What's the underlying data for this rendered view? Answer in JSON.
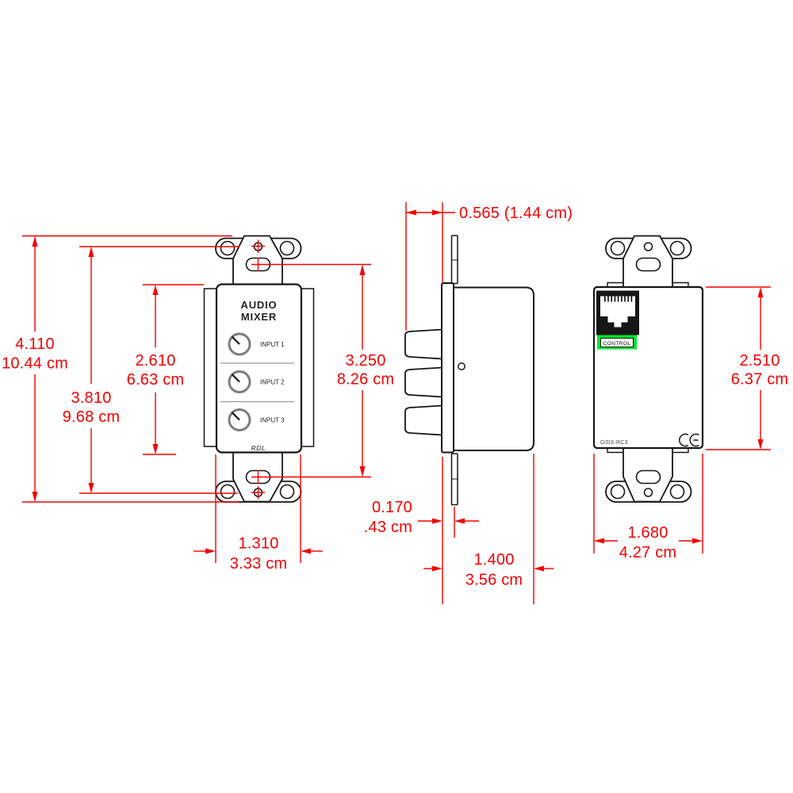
{
  "diagram": {
    "front_view": {
      "title_line1": "AUDIO",
      "title_line2": "MIXER",
      "input1": "INPUT 1",
      "input2": "INPUT 2",
      "input3": "INPUT 3",
      "brand": "RDL"
    },
    "rear_view": {
      "port_label": "CONTROL",
      "model": "D/DS-RC3",
      "certification": "CE"
    },
    "dimensions": {
      "overall_height_in": "4.110",
      "overall_height_cm": "10.44 cm",
      "screw_spacing_in": "3.810",
      "screw_spacing_cm": "9.68 cm",
      "insert_height_in": "2.610",
      "insert_height_cm": "6.63 cm",
      "slot_spacing_in": "3.250",
      "slot_spacing_cm": "8.26 cm",
      "knob_protrusion": "0.565 (1.44 cm)",
      "plate_thickness_in": "0.170",
      "plate_thickness_cm": ".43 cm",
      "mounting_depth_in": "1.400",
      "mounting_depth_cm": "3.56 cm",
      "insert_width_in": "1.310",
      "insert_width_cm": "3.33 cm",
      "rear_width_in": "1.680",
      "rear_width_cm": "4.27 cm",
      "rear_height_in": "2.510",
      "rear_height_cm": "6.37 cm"
    },
    "colors": {
      "dimension_red": "#f50000",
      "line_black": "#161616",
      "label_green": "#00e330"
    }
  }
}
